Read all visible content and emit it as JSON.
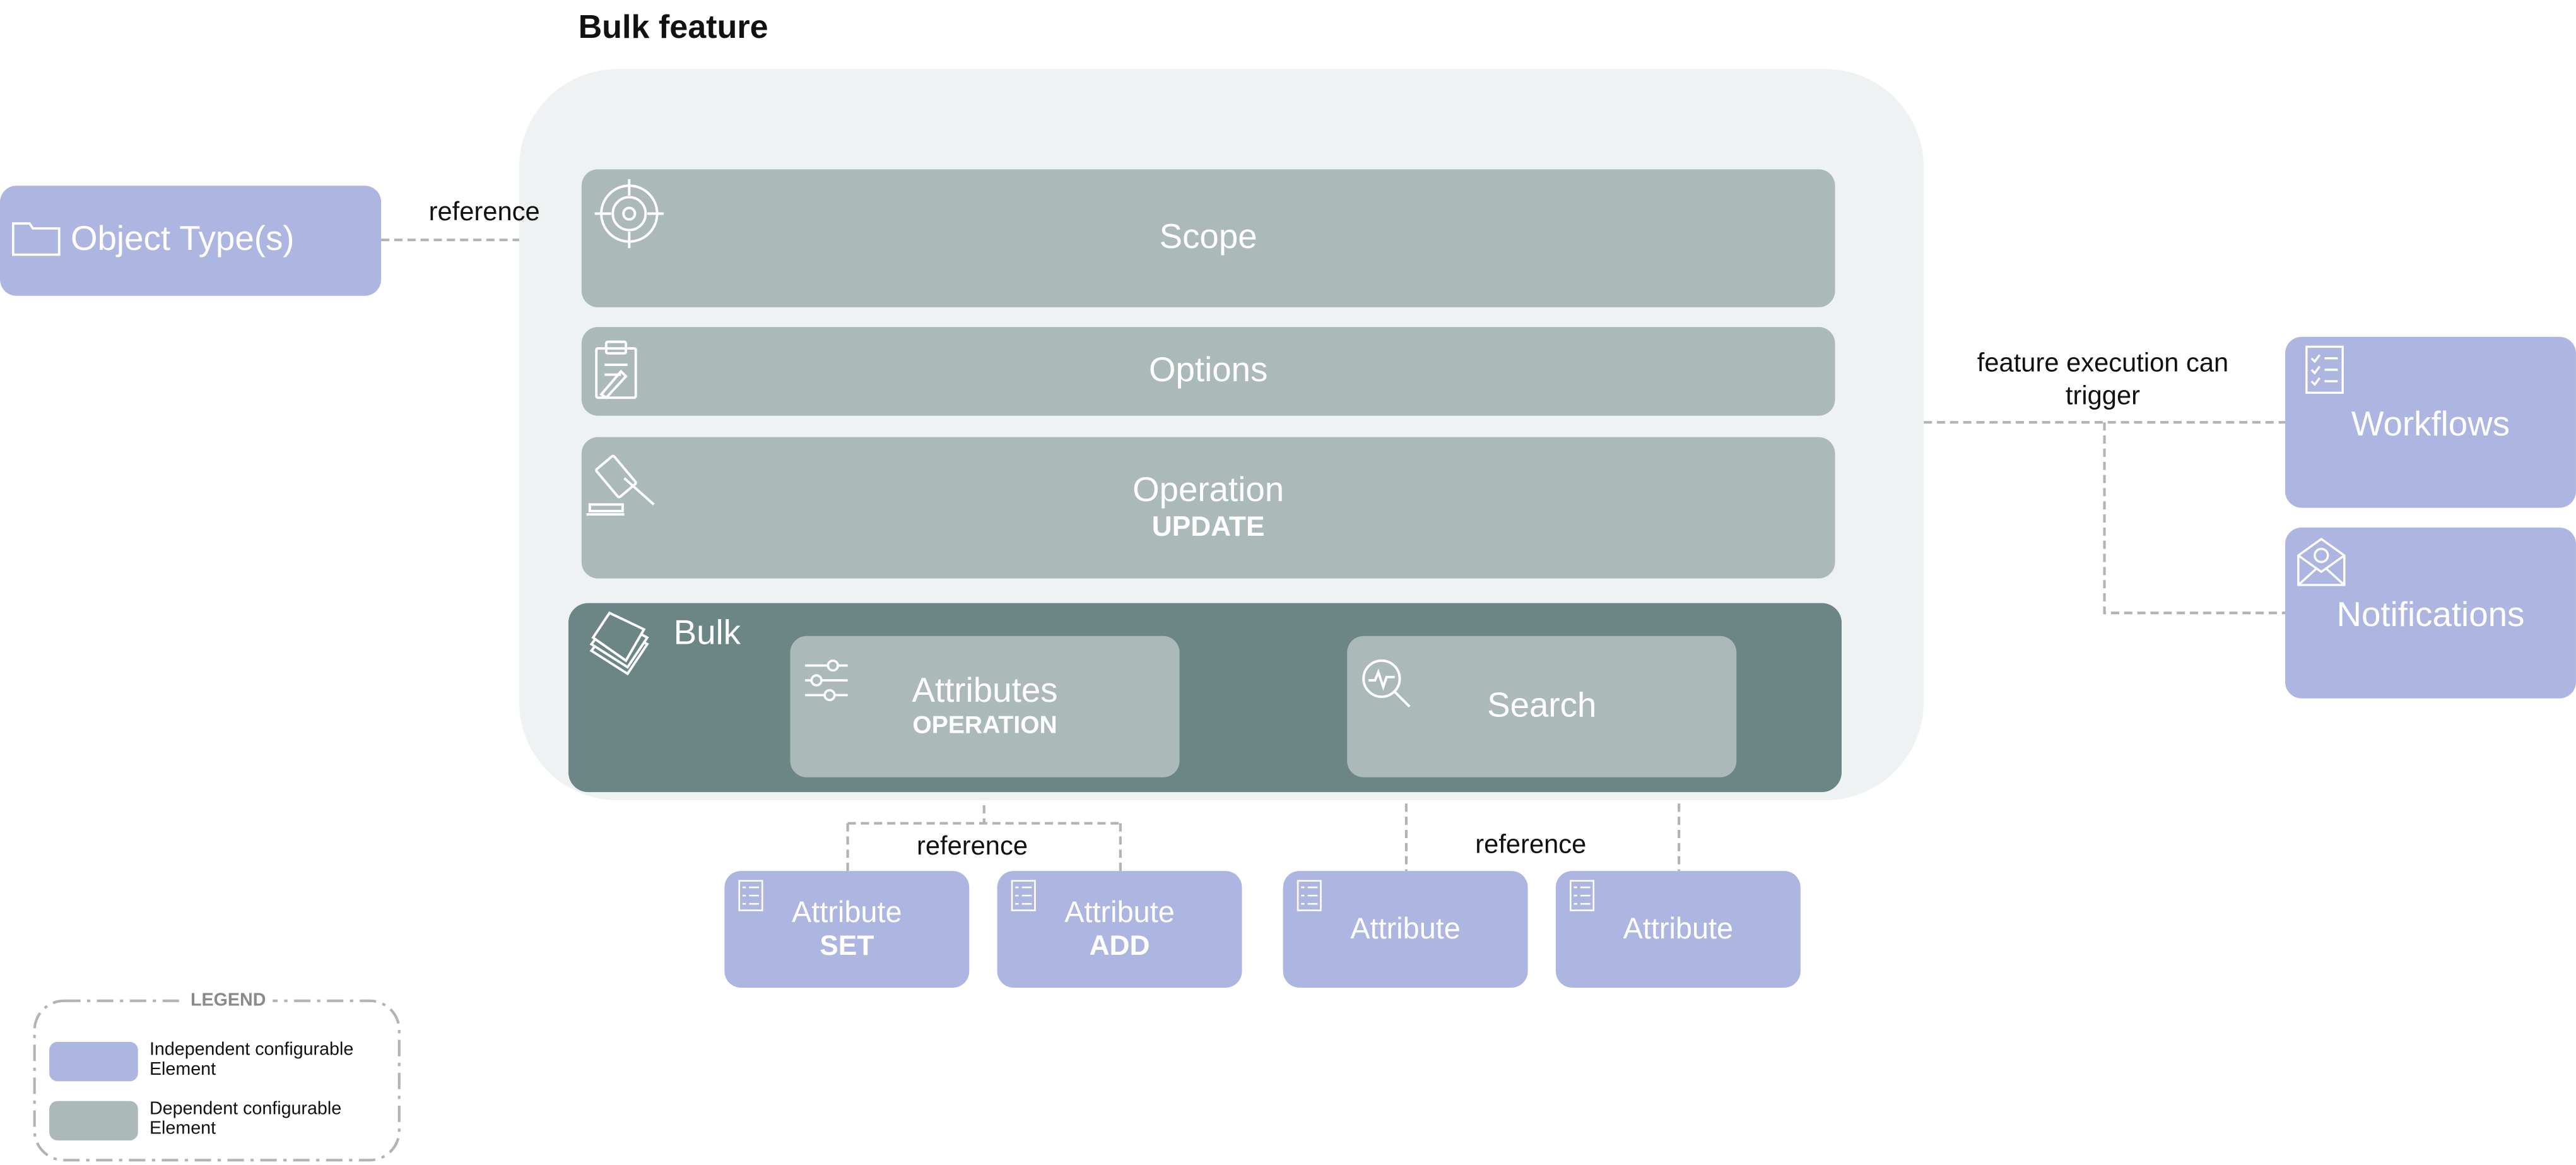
{
  "title": "Bulk feature",
  "scope": {
    "label": "Scope"
  },
  "options": {
    "label": "Options"
  },
  "operation": {
    "label": "Operation",
    "sub": "UPDATE"
  },
  "bulk": {
    "label": "Bulk"
  },
  "attributes": {
    "label": "Attributes",
    "sub": "OPERATION"
  },
  "search": {
    "label": "Search"
  },
  "object_types": {
    "label": "Object Type(s)"
  },
  "workflows": {
    "label": "Workflows"
  },
  "notifications": {
    "label": "Notifications"
  },
  "edges": {
    "object_reference": "reference",
    "trigger": "feature execution can trigger",
    "attr_reference": "reference",
    "search_reference": "reference"
  },
  "attribute_set": {
    "label": "Attribute",
    "sub": "SET"
  },
  "attribute_add": {
    "label": "Attribute",
    "sub": "ADD"
  },
  "attribute_1": {
    "label": "Attribute"
  },
  "attribute_2": {
    "label": "Attribute"
  },
  "legend": {
    "title": "LEGEND",
    "independent": "Independent configurable Element",
    "dependent": "Dependent configurable Element"
  },
  "colors": {
    "independent": "#adb6e1",
    "dependent": "#abbab9",
    "bulk_container": "#6c8585",
    "panel": "#eef2f2",
    "connector": "#b3b3b3"
  },
  "icons": [
    "target-icon",
    "clipboard-icon",
    "gavel-icon",
    "stack-icon",
    "sliders-icon",
    "search-icon",
    "folder-icon",
    "checklist-icon",
    "envelope-icon"
  ]
}
